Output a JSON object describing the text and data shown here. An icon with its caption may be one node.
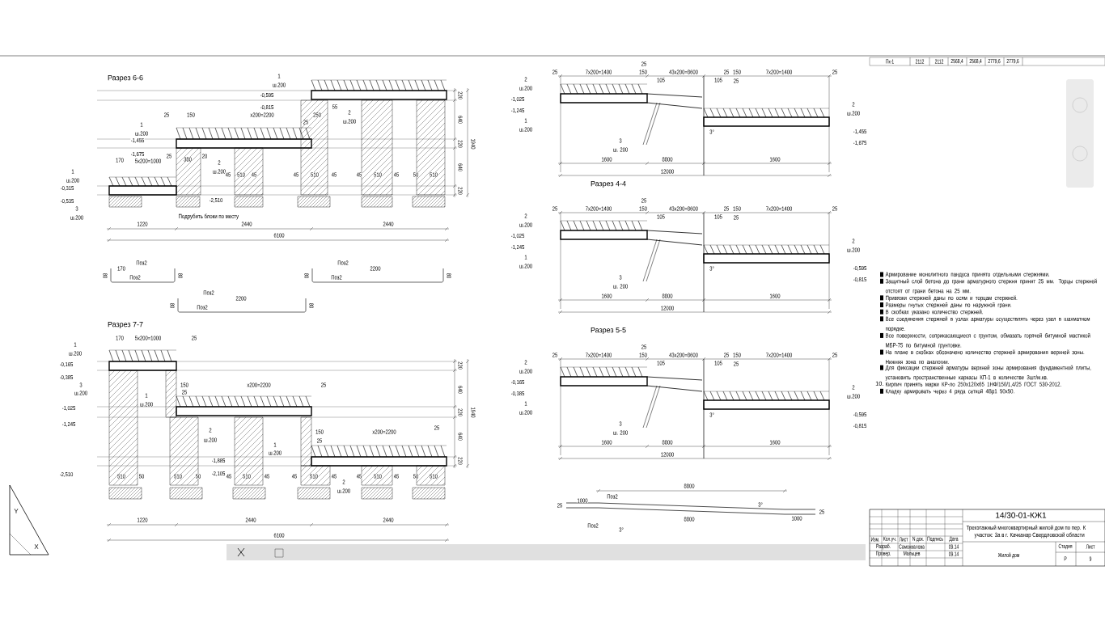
{
  "diagram": {
    "labels": [
      "Разрез 6-6",
      "1",
      "ш.200",
      "-0,595",
      "-0,815",
      "25",
      "150",
      "х200=2200",
      "250",
      "55",
      "25",
      "2",
      "ш.200",
      "1",
      "ш.200",
      "-1,455",
      "-1,675",
      "170",
      "5х200=1000",
      "25",
      "380",
      "20",
      "2",
      "ш.200",
      "45",
      "510",
      "45",
      "45",
      "510",
      "45",
      "45",
      "510",
      "45",
      "50",
      "510",
      "1",
      "ш.200",
      "-0,315",
      "-0,535",
      "-2,510",
      "3",
      "ш.200",
      "Подрубить блоки по месту",
      "1220",
      "2440",
      "2440",
      "6100",
      "220",
      "640",
      "220",
      "640",
      "220",
      "1940",
      "Разрез 7-7",
      "170",
      "5х200=1000",
      "25",
      "1",
      "ш.200",
      "-0,165",
      "-0,385",
      "3",
      "ш.200",
      "150",
      "х200=2200",
      "25",
      "25",
      "1",
      "ш.200",
      "-1,025",
      "-1,245",
      "2",
      "ш.200",
      "150",
      "х200=2200",
      "25",
      "25",
      "1",
      "ш.200",
      "-1,885",
      "-2,510",
      "-2,105",
      "510",
      "50",
      "510",
      "50",
      "45",
      "510",
      "45",
      "45",
      "510",
      "45",
      "45",
      "510",
      "45",
      "50",
      "510",
      "2",
      "ш.200",
      "1220",
      "2440",
      "2440",
      "6100",
      "220",
      "640",
      "220",
      "640",
      "220",
      "1940",
      "Поз2",
      "170",
      "80",
      "Поз2",
      "80",
      "Поз2",
      "2200",
      "80",
      "Поз2",
      "80",
      "Поз2",
      "2200",
      "80",
      "Поз2",
      "80",
      "25",
      "25",
      "7х200=1400",
      "150",
      "43х200=8600",
      "25",
      "150",
      "7х200=1400",
      "25",
      "2",
      "105",
      "105",
      "25",
      "ш.200",
      "-1,025",
      "2",
      "-1,245",
      "ш.200",
      "1",
      "ш.200",
      "3°",
      "-1,455",
      "3",
      "-1,675",
      "ш. 200",
      "1600",
      "8800",
      "1600",
      "12000",
      "Разрез 4-4",
      "25",
      "25",
      "7х200=1400",
      "150",
      "43х200=8600",
      "25",
      "150",
      "7х200=1400",
      "25",
      "2",
      "105",
      "105",
      "25",
      "ш.200",
      "-1,025",
      "2",
      "-1,245",
      "ш.200",
      "1",
      "ш.200",
      "3°",
      "-0,595",
      "3",
      "-0,815",
      "ш. 200",
      "1600",
      "8800",
      "1600",
      "12000",
      "Разрез 5-5",
      "25",
      "25",
      "7х200=1400",
      "150",
      "43х200=8600",
      "25",
      "150",
      "7х200=1400",
      "25",
      "2",
      "105",
      "105",
      "25",
      "ш.200",
      "-0,165",
      "2",
      "-0,385",
      "ш.200",
      "1",
      "ш.200",
      "3°",
      "-0,595",
      "3",
      "-0,815",
      "ш. 200",
      "1600",
      "8800",
      "1600",
      "12000",
      "8800",
      "Поз2",
      "1000",
      "25",
      "3°",
      "8800",
      "1000",
      "25",
      "Поз2",
      "3°",
      "Армирование монолитного пандуса принято отдельными стержнями.",
      "Защитный слой бетона до грани арматурного стержня принят 25 мм. Торцы стержней отстоят от грани бетона на 25 мм.",
      "Привязки стержней даны по осям и торцам стержней.",
      "Размеры гнутых стержней даны по наружной грани.",
      "В скобках указано количество стержней.",
      "Все соединения стержней в узлах арматуры осуществлять через узел в шахматном порядке.",
      "Все поверхности, соприкасающиеся с грунтом, обмазать горячей битумной мастикой МБР-75 по битумной грунтовке.",
      "На плане в скобках обозначено количество стержней армирования верхней зоны. Нижняя зона по аналогии.",
      "Для фиксации стержней арматуры верхней зоны армирования фундаментной плиты, установить пространственные каркасы КП-1 в количестве 3шт/м.кв.",
      "10.",
      "Кирпич принять марки КР-ло 250х120х65 1НФ/150/1,4/25 ГОСТ 530-2012.",
      "Кладку армировать через 4 ряда сеткой 4Вр1 50х50.",
      "Пк-1",
      "2112",
      "2112",
      "2568,4",
      "2568,4",
      "2779,6",
      "2779,6",
      "14/30-01-КЖ1",
      "Трехэтажный многоквартирный жилой дом по пер. К",
      "участок: 3а в г. Качканар Свердловской области",
      "Изм.",
      "Кол.уч.",
      "Лист",
      "N док.",
      "Подпись",
      "Дата",
      "Разраб.",
      "Самохвалова",
      "09.14",
      "Провер.",
      "Мальцев",
      "09.14",
      "Стадия",
      "Лист",
      "Р",
      "9",
      "Жилой дом",
      "Y",
      "X"
    ]
  }
}
